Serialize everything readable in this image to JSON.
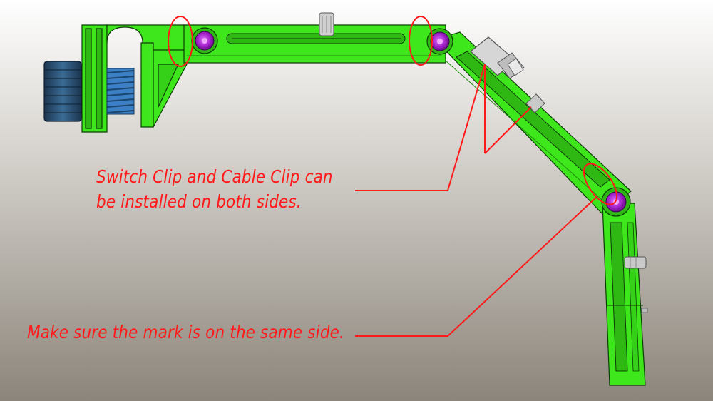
{
  "annotations": {
    "clip_note_line1": "Switch Clip and Cable Clip can",
    "clip_note_line2": "be installed on both sides.",
    "mark_note": "Make sure the mark is on the same side."
  },
  "colors": {
    "part_green": "#3ee61c",
    "part_outline": "#0d3d05",
    "bolt_purple": "#a020c8",
    "knob_blue": "#2a4d6e",
    "thread_blue": "#3b7fc4",
    "clip_grey": "#c9c9c9",
    "annotation_red": "#ff1a1a",
    "background_top": "#ffffff",
    "background_bottom": "#8c857b"
  }
}
